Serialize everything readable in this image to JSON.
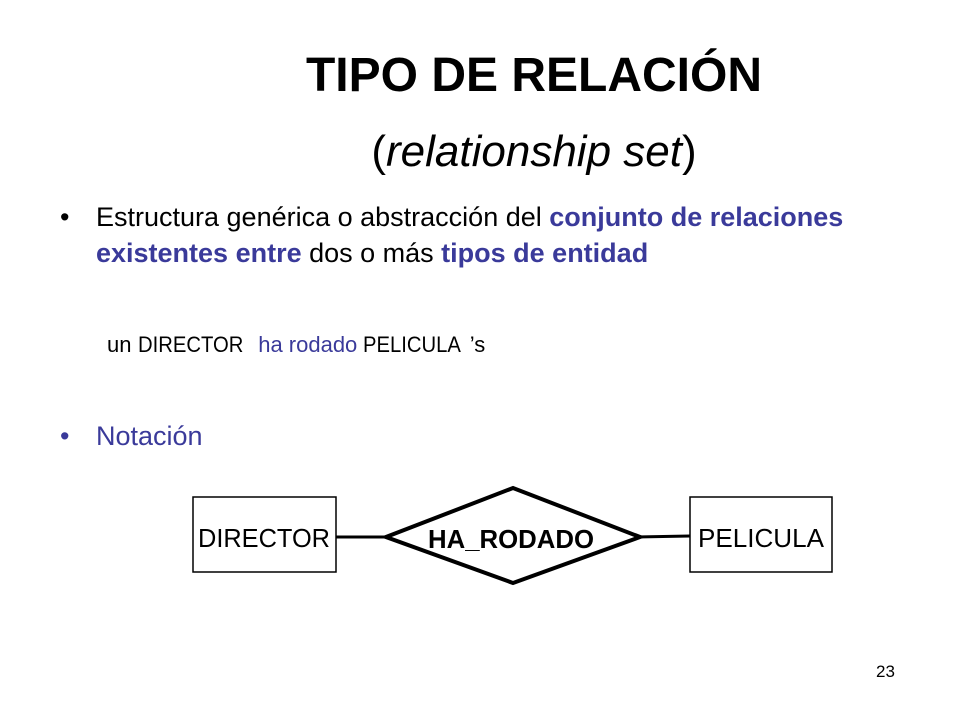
{
  "slide": {
    "title": "TIPO DE RELACIÓN",
    "subtitle_open": "(",
    "subtitle_text": "relationship set",
    "subtitle_close": ")",
    "bullets": [
      {
        "parts": [
          {
            "text": "Estructura genérica o abstracción del ",
            "highlight": false
          },
          {
            "text": "conjunto de relaciones existentes entre",
            "highlight": true
          },
          {
            "text": " dos o más ",
            "highlight": false
          },
          {
            "text": "tipos de entidad",
            "highlight": true
          }
        ]
      }
    ],
    "example": {
      "p1": "un ",
      "p2": "DIRECTOR",
      "p3": " ha rodado ",
      "p4": "PELICULA",
      "p5": "’s"
    },
    "bullet2": "Notación",
    "page_number": "23",
    "colors": {
      "accent": "#3a3a9a",
      "text": "#000000"
    }
  },
  "diagram": {
    "entity_left": "DIRECTOR",
    "relationship": "HA_RODADO",
    "entity_right": "PELICULA"
  }
}
